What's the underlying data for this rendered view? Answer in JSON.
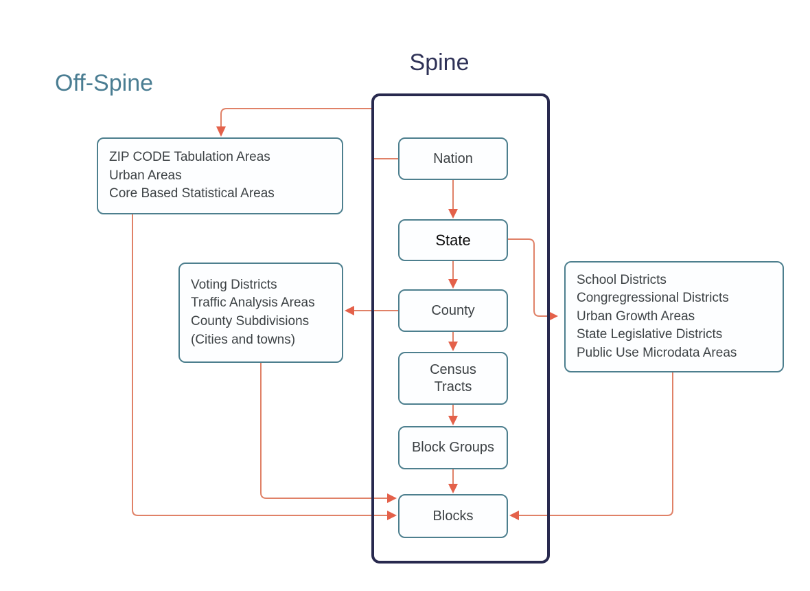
{
  "titles": {
    "spine": "Spine",
    "off_spine": "Off-Spine"
  },
  "spine": {
    "nodes": [
      {
        "id": "nation",
        "label": "Nation"
      },
      {
        "id": "state",
        "label": "State"
      },
      {
        "id": "county",
        "label": "County"
      },
      {
        "id": "census-tracts",
        "label": "Census\nTracts"
      },
      {
        "id": "block-groups",
        "label": "Block Groups"
      },
      {
        "id": "blocks",
        "label": "Blocks"
      }
    ]
  },
  "offspine": {
    "boxes": [
      {
        "id": "zcta",
        "lines": [
          "ZIP CODE Tabulation Areas",
          "Urban Areas",
          "Core Based Statistical Areas"
        ]
      },
      {
        "id": "voting",
        "lines": [
          "Voting Districts",
          "Traffic Analysis Areas",
          "County Subdivisions",
          "(Cities and towns)"
        ]
      },
      {
        "id": "school",
        "lines": [
          "School Districts",
          "Congregressional Districts",
          "Urban Growth Areas",
          "State Legislative Districts",
          "Public Use Microdata Areas"
        ]
      }
    ]
  },
  "colors": {
    "connector": "#e08167",
    "arrowhead": "#e4614a",
    "box_border": "#4d7f8e",
    "spine_border": "#28294e",
    "spine_title": "#2f3257",
    "off_spine_title": "#4a7d92",
    "box_text": "#3d4245",
    "state_text": "#0b0b0b"
  }
}
